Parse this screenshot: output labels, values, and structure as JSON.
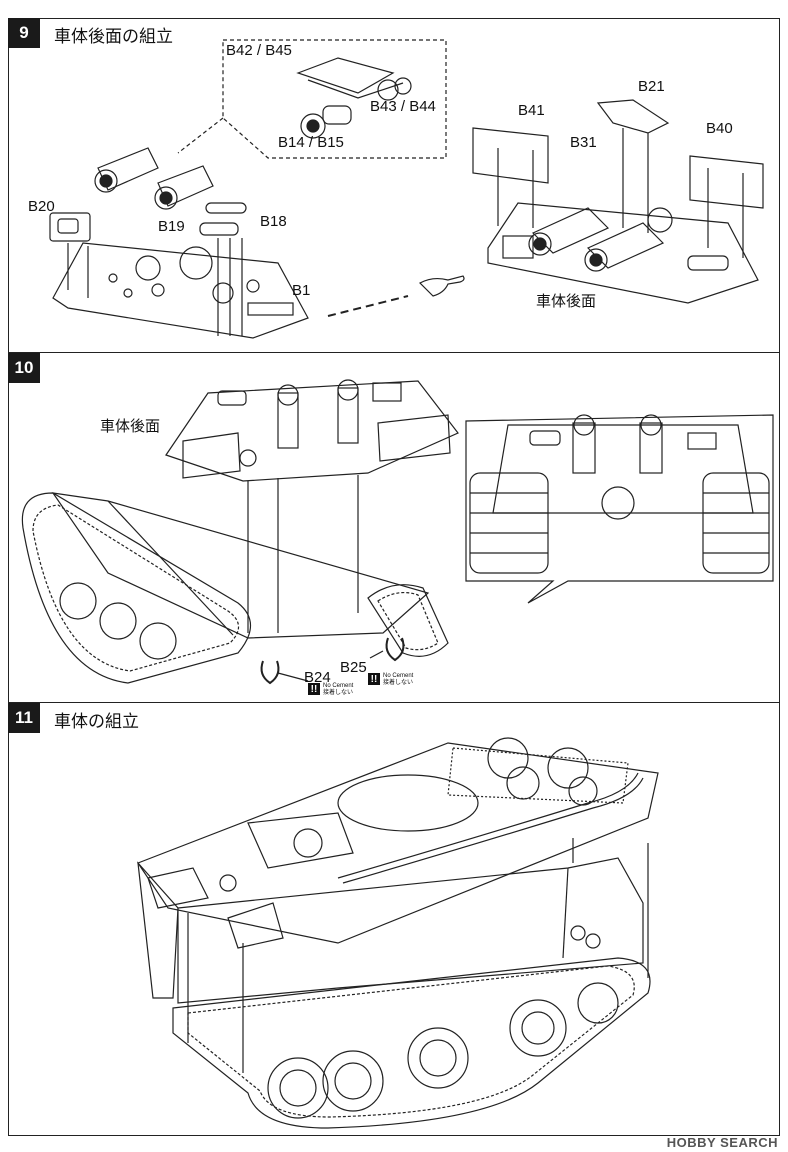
{
  "steps": [
    {
      "number": "9",
      "title": "車体後面の組立",
      "labels": {
        "b42_b45": "B42 / B45",
        "b43_b44": "B43 / B44",
        "b14_b15": "B14 / B15",
        "b20": "B20",
        "b19": "B19",
        "b18": "B18",
        "b1": "B1",
        "b41": "B41",
        "b21": "B21",
        "b31": "B31",
        "b40": "B40",
        "caption": "車体後面"
      }
    },
    {
      "number": "10",
      "labels": {
        "caption": "車体後面",
        "b24": "B24",
        "b25": "B25"
      },
      "warnings": [
        {
          "icon": "!!",
          "line1": "No Cement",
          "line2": "接着しない"
        },
        {
          "icon": "!!",
          "line1": "No Cement",
          "line2": "接着しない"
        }
      ]
    },
    {
      "number": "11",
      "title": "車体の組立"
    }
  ],
  "watermark": "HOBBY SEARCH"
}
